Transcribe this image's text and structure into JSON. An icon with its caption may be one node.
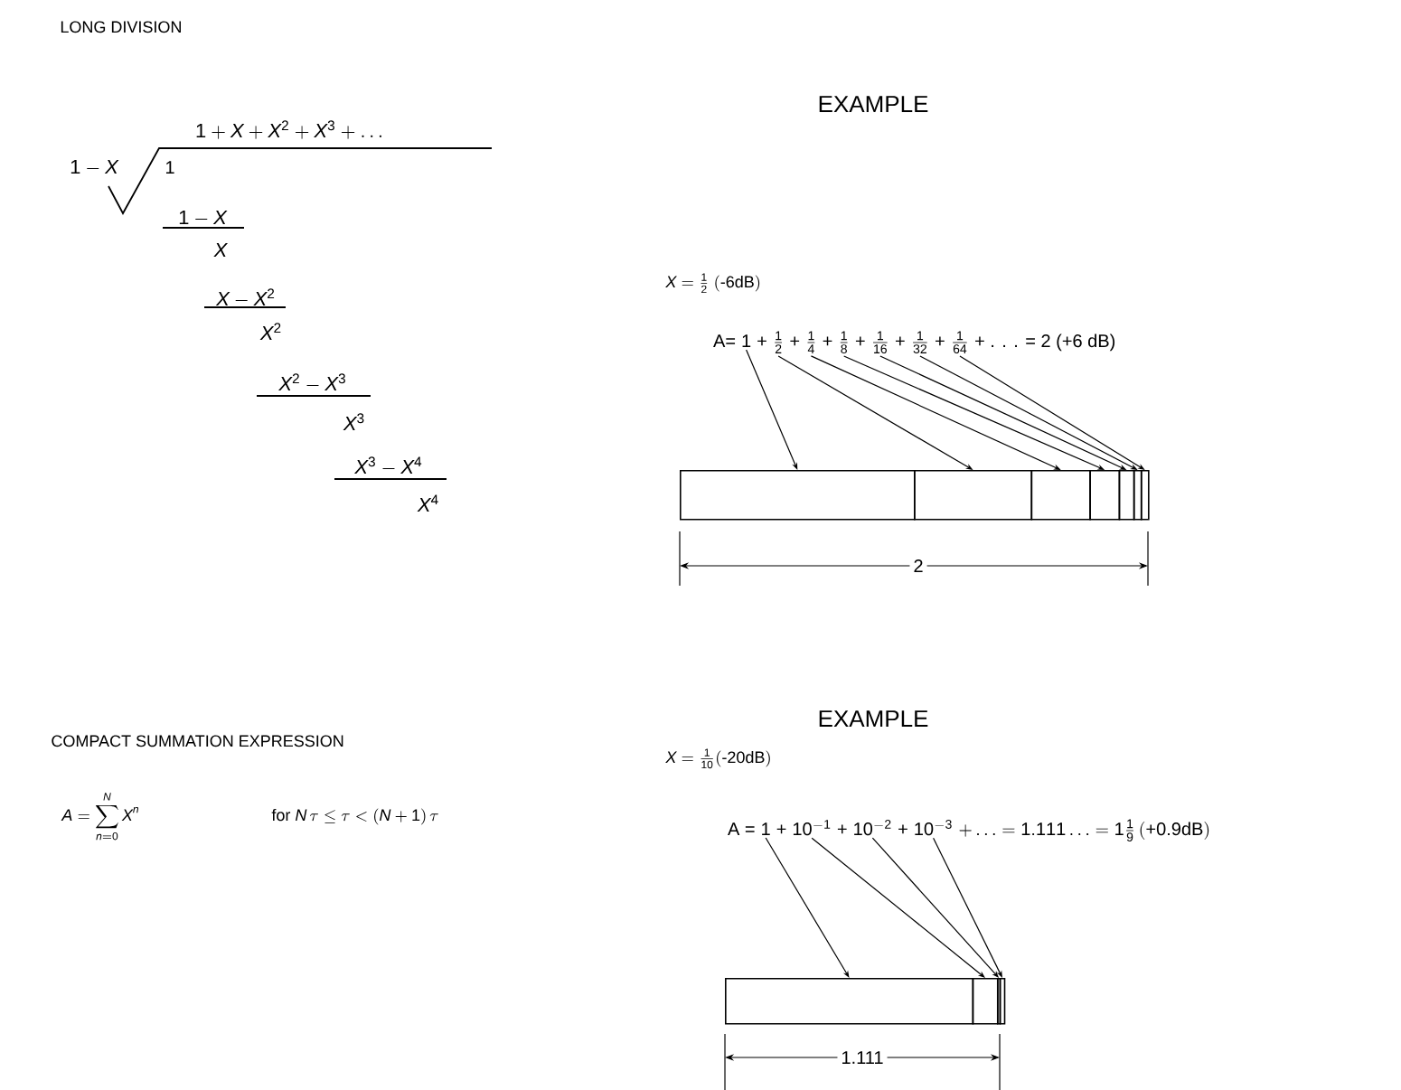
{
  "diagram": {
    "nodes": [
      {
        "text": [
          "1"
        ]
      },
      {
        "text": [
          "\\frac{1}{2}"
        ]
      },
      {
        "text": [
          "\\frac{1}{4}"
        ]
      },
      {
        "text": [
          "\\frac{1}{8}"
        ]
      },
      {
        "text": [
          "\\frac{1}{16}"
        ]
      },
      {
        "text": [
          "\\frac{1}{32}"
        ]
      },
      {
        "text": [
          "\\frac{1}{64}"
        ]
      },
      {
        "text": [],
        "shape": "bar"
      },
      {
        "text": [],
        "shape": "bar"
      },
      {
        "text": [],
        "shape": "bar"
      },
      {
        "text": [],
        "shape": "bar"
      },
      {
        "text": [],
        "shape": "bar"
      },
      {
        "text": [],
        "shape": "bar"
      },
      {
        "text": [],
        "shape": "bar"
      },
      {
        "text": [
          "1"
        ]
      },
      {
        "text": [
          "10^{-1}"
        ]
      },
      {
        "text": [
          "10^{-2}"
        ]
      },
      {
        "text": [
          "10^{-3}"
        ]
      },
      {
        "text": [],
        "shape": "bar"
      },
      {
        "text": [],
        "shape": "bar"
      },
      {
        "text": [],
        "shape": "bar"
      },
      {
        "text": [],
        "shape": "bar"
      }
    ],
    "edges": [
      {
        "from": 0,
        "to": 7,
        "arrow": "to"
      },
      {
        "from": 1,
        "to": 8,
        "arrow": "to"
      },
      {
        "from": 2,
        "to": 9,
        "arrow": "to"
      },
      {
        "from": 3,
        "to": 10,
        "arrow": "to"
      },
      {
        "from": 4,
        "to": 11,
        "arrow": "to"
      },
      {
        "from": 5,
        "to": 12,
        "arrow": "to"
      },
      {
        "from": 6,
        "to": 13,
        "arrow": "to"
      },
      {
        "from": 14,
        "to": 18,
        "arrow": "to"
      },
      {
        "from": 15,
        "to": 19,
        "arrow": "to"
      },
      {
        "from": 16,
        "to": 20,
        "arrow": "to"
      },
      {
        "from": 17,
        "to": 21,
        "arrow": "to"
      }
    ],
    "labels": [
      "LONG DIVISION",
      "EXAMPLE",
      "1 + X + X^{2} + X^{3} + \\ldots",
      "1 - X",
      "1",
      "X = \\frac{1}{2}\\ (\\text{-6dB})",
      "1 - X",
      "X",
      "X - X^{2}",
      "X^{2}",
      "X^{2} - X^{3}",
      "X^{3}",
      "X^{3} - X^{4}",
      "X^{4}",
      "A=",
      "+",
      "+",
      "+",
      "+",
      "+",
      "+",
      "+ . . . = 2 (+6 dB)",
      "2",
      "EXAMPLE",
      "COMPACT SUMMATION EXPRESSION",
      "X = \\frac{1}{10}(\\text{-20dB})",
      "A = \\sum_{n=0}^{N} X^{n}",
      "\\text{for } N\\,\\tau \\le \\tau < (N+1)\\,\\tau",
      "A =",
      "+",
      "+",
      "+",
      "+ \\ldots = 1.111 \\ldots = 1\\frac{1}{9}\\,(\\text{+0.9dB})",
      "1.111"
    ]
  }
}
